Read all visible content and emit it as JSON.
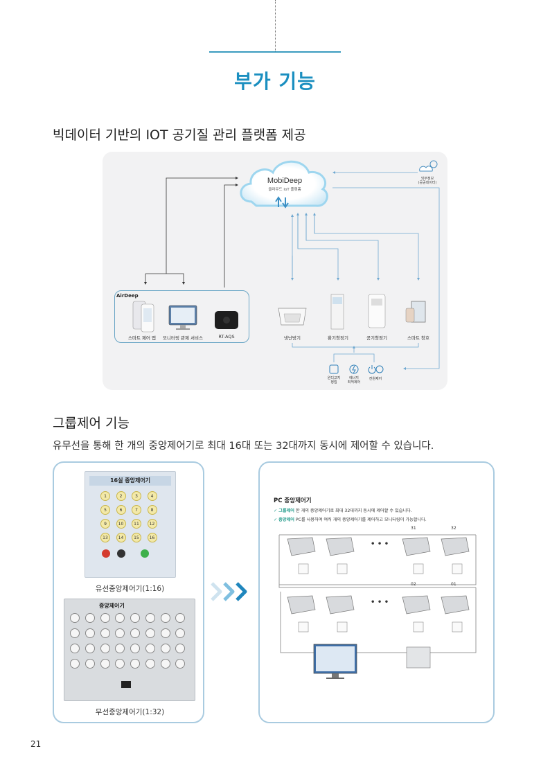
{
  "page": {
    "title": "부가 기능",
    "page_number": "21",
    "accent_color": "#1b8fc0"
  },
  "section1": {
    "heading": "빅데이터 기반의 IOT 공기질 관리 플랫폼 제공",
    "cloud": {
      "title": "MobiDeep",
      "subtitle": "클라우드 IoT 플랫폼"
    },
    "weather_label": "외부정보\n(공공데이터)",
    "airdeep_label": "AirDeep",
    "left_devices": [
      {
        "label": "스마트 제어 앱",
        "icon": "smartphone-app-icon"
      },
      {
        "label": "모니터링 관제 서비스",
        "icon": "monitor-icon"
      },
      {
        "label": "RT-AQS",
        "icon": "sensor-device-icon"
      }
    ],
    "right_devices": [
      {
        "label": "냉난방기",
        "icon": "ceiling-ac-icon"
      },
      {
        "label": "환기청정기",
        "icon": "ventilator-icon"
      },
      {
        "label": "공기청정기",
        "icon": "air-purifier-icon"
      },
      {
        "label": "스마트 창호",
        "icon": "smart-window-icon"
      }
    ],
    "bottom_icons": [
      {
        "label": "원디고지\n정립",
        "icon": "document-icon"
      },
      {
        "label": "에너지\n최적제어",
        "icon": "energy-icon"
      },
      {
        "label": "전원제어",
        "icon": "power-icon"
      }
    ]
  },
  "section2": {
    "heading": "그룹제어 기능",
    "description": "유무선을 통해 한 개의 중앙제어기로 최대 16대 또는 32대까지 동시에 제어할 수 있습니다.",
    "wired": {
      "caption": "유선중앙제어기(1:16)",
      "panel_title": "16실 중앙제어기",
      "buttons": [
        "1",
        "2",
        "3",
        "4",
        "5",
        "6",
        "7",
        "8",
        "9",
        "10",
        "11",
        "12",
        "13",
        "14",
        "15",
        "16"
      ]
    },
    "wireless": {
      "caption": "무선중앙제어기(1:32)",
      "panel_title": "중앙제어기"
    },
    "pc": {
      "title": "PC 중앙제어기",
      "line1_kw": "그룹제어",
      "line1_text": "한 개의 중앙제어기로 최대 32대까지 동시에 제어할 수 있습니다.",
      "line2_kw": "중앙제어",
      "line2_text": "PC를 사용하여 여러 개의 중앙제어기를 제어하고 모니터링이 가능합니다.",
      "top_numbers": [
        "31",
        "32"
      ],
      "bottom_numbers": [
        "02",
        "01"
      ],
      "ellipsis": "• • •"
    }
  }
}
